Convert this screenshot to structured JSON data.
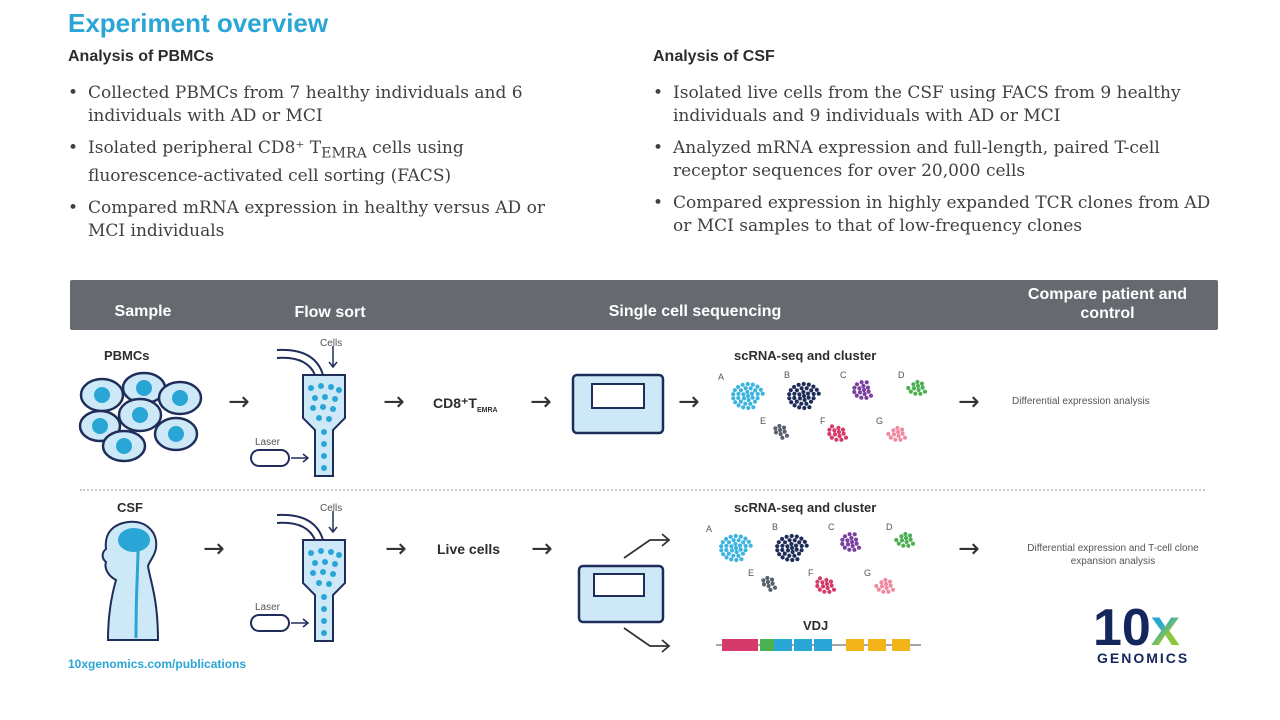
{
  "title": "Experiment overview",
  "left": {
    "heading": "Analysis of PBMCs",
    "bullets": [
      "Collected PBMCs from 7 healthy individuals and 6 individuals with AD or MCI",
      "Isolated peripheral CD8⁺ T<sub>EMRA</sub> cells using fluorescence-activated cell sorting (FACS)",
      "Compared mRNA expression in healthy versus AD or MCI individuals"
    ]
  },
  "right": {
    "heading": "Analysis of CSF",
    "bullets": [
      "Isolated live cells from the CSF using FACS from 9 healthy individuals and 9 individuals with AD or MCI",
      "Analyzed mRNA expression and full-length, paired T-cell receptor sequences for over 20,000 cells",
      "Compared expression in highly expanded TCR clones from AD or MCI samples to that of low-frequency clones"
    ]
  },
  "band": {
    "sample": "Sample",
    "flow_sort": "Flow sort",
    "sequencing": "Single cell sequencing",
    "compare": "Compare patient and control"
  },
  "row1": {
    "sample_label": "PBMCs",
    "cells_label": "Cells",
    "laser_label": "Laser",
    "cell_type": "CD8⁺T",
    "cell_type_sub": "EMRA",
    "cluster_title": "scRNA-seq and cluster",
    "cluster_letters": [
      "A",
      "B",
      "C",
      "D",
      "E",
      "F",
      "G"
    ],
    "result": "Differential expression analysis"
  },
  "row2": {
    "sample_label": "CSF",
    "cells_label": "Cells",
    "laser_label": "Laser",
    "cell_type": "Live cells",
    "cluster_title": "scRNA-seq and cluster",
    "cluster_letters": [
      "A",
      "B",
      "C",
      "D",
      "E",
      "F",
      "G"
    ],
    "vdj_label": "VDJ",
    "result": "Differential expression and T-cell clone expansion analysis"
  },
  "cluster_colors": [
    "#3cb4e0",
    "#1f2d5a",
    "#7b3fa0",
    "#4caf50",
    "#5a6070",
    "#d63a6a",
    "#f08aa0"
  ],
  "vdj_colors": [
    "#d63a6a",
    "#4caf50",
    "#2aa6d6",
    "#f2b419"
  ],
  "footer": "10xgenomics.com/publications",
  "logo": {
    "number": "10",
    "x": "x",
    "word": "GENOMICS",
    "x_colors": [
      "#2aa6d6",
      "#8cc63f"
    ]
  },
  "colors": {
    "accent": "#2aa6d6",
    "band": "#666a70",
    "cell_fill": "#3cb4e0",
    "cell_bg": "#cde9f7"
  }
}
